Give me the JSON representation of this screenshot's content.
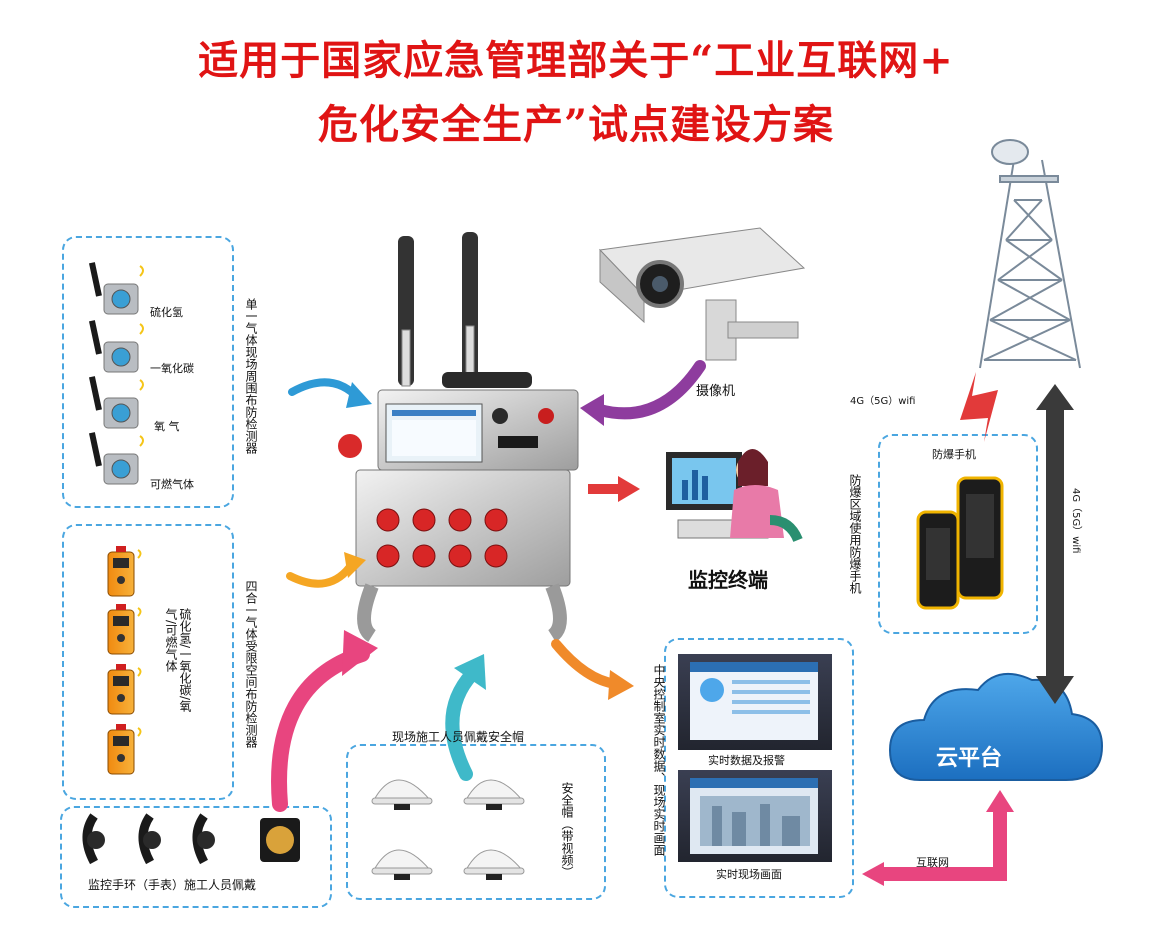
{
  "title": {
    "line1": "适用于国家应急管理部关于“工业互联网+",
    "line2": "危化安全生产”试点建设方案"
  },
  "fixed_detectors": {
    "items": [
      "硫化氢",
      "一氧化碳",
      "氧  气",
      "可燃气体"
    ],
    "side_label": "单一气体现场周围布防检测器"
  },
  "portable_detectors": {
    "gas_label": "硫化氢/一氧化碳/氧气/可燃气体",
    "side_label": "四合一气体受限空间布防检测器"
  },
  "wristband": {
    "label": "监控手环（手表）施工人员佩戴"
  },
  "helmets": {
    "top_label": "现场施工人员佩戴安全帽",
    "side_label": "安全帽（带视频）"
  },
  "camera": {
    "label": "摄像机"
  },
  "monitor_terminal": {
    "label": "监控终端"
  },
  "control_room": {
    "side_label": "中央控制室实时数据、现场实时画面",
    "screen1_label": "实时数据及报警",
    "screen2_label": "实时现场画面"
  },
  "phones": {
    "top_label": "防爆手机",
    "side_label": "防爆区域使用防爆手机"
  },
  "tower": {
    "link_label": "4G（5G）wifi"
  },
  "cloud": {
    "label": "云平台",
    "link_label": "4G（5G）wifi"
  },
  "internet": {
    "label": "互联网"
  },
  "colors": {
    "title": "#e01414",
    "dash_border": "#4aa6e0",
    "cloud": "#2a86d6",
    "pink_arrow": "#e8457f",
    "blue_arrow": "#2e9ad6",
    "orange_arrow": "#f5a623",
    "purple_arrow": "#8e3c9e",
    "red_arrow": "#e23a3a",
    "teal_arrow": "#3fb9c9"
  }
}
